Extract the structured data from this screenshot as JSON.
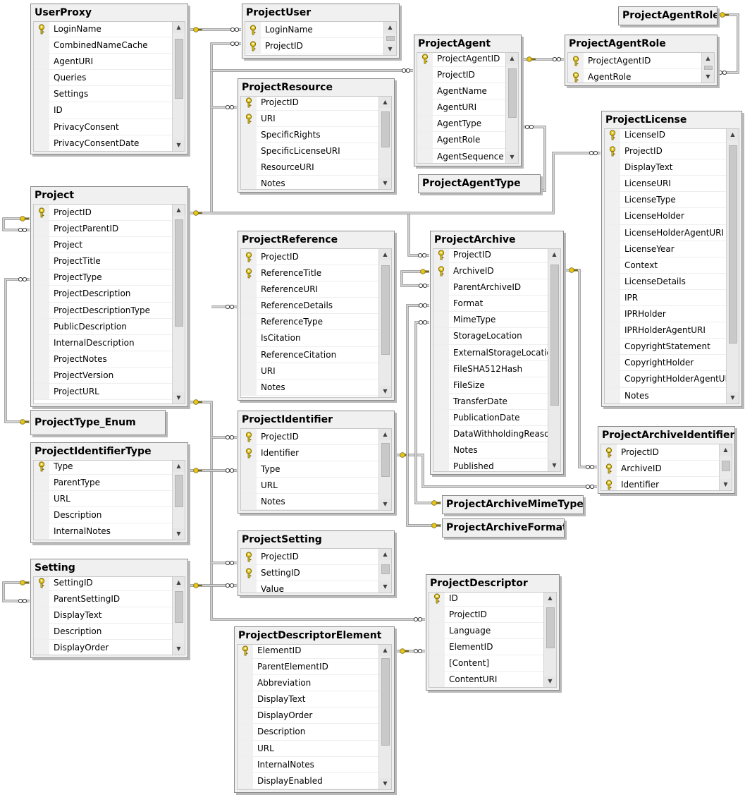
{
  "diagram_title": "",
  "tables": [
    {
      "id": "UserProxy",
      "title": "UserProxy",
      "rows": [
        {
          "name": "LoginName",
          "pk": true
        },
        {
          "name": "CombinedNameCache",
          "pk": false
        },
        {
          "name": "AgentURI",
          "pk": false
        },
        {
          "name": "Queries",
          "pk": false
        },
        {
          "name": "Settings",
          "pk": false
        },
        {
          "name": "ID",
          "pk": false
        },
        {
          "name": "PrivacyConsent",
          "pk": false
        },
        {
          "name": "PrivacyConsentDate",
          "pk": false
        }
      ]
    },
    {
      "id": "ProjectUser",
      "title": "ProjectUser",
      "rows": [
        {
          "name": "LoginName",
          "pk": true
        },
        {
          "name": "ProjectID",
          "pk": true
        }
      ]
    },
    {
      "id": "ProjectAgent",
      "title": "ProjectAgent",
      "rows": [
        {
          "name": "ProjectAgentID",
          "pk": true
        },
        {
          "name": "ProjectID",
          "pk": false
        },
        {
          "name": "AgentName",
          "pk": false
        },
        {
          "name": "AgentURI",
          "pk": false
        },
        {
          "name": "AgentType",
          "pk": false
        },
        {
          "name": "AgentRole",
          "pk": false
        },
        {
          "name": "AgentSequence",
          "pk": false
        }
      ]
    },
    {
      "id": "ProjectAgentRole",
      "title": "ProjectAgentRole",
      "rows": [
        {
          "name": "ProjectAgentID",
          "pk": true
        },
        {
          "name": "AgentRole",
          "pk": true
        }
      ]
    },
    {
      "id": "ProjectResource",
      "title": "ProjectResource",
      "rows": [
        {
          "name": "ProjectID",
          "pk": true
        },
        {
          "name": "URI",
          "pk": true
        },
        {
          "name": "SpecificRights",
          "pk": false
        },
        {
          "name": "SpecificLicenseURI",
          "pk": false
        },
        {
          "name": "ResourceURI",
          "pk": false
        },
        {
          "name": "Notes",
          "pk": false
        }
      ]
    },
    {
      "id": "ProjectLicense",
      "title": "ProjectLicense",
      "rows": [
        {
          "name": "LicenseID",
          "pk": true
        },
        {
          "name": "ProjectID",
          "pk": true
        },
        {
          "name": "DisplayText",
          "pk": false
        },
        {
          "name": "LicenseURI",
          "pk": false
        },
        {
          "name": "LicenseType",
          "pk": false
        },
        {
          "name": "LicenseHolder",
          "pk": false
        },
        {
          "name": "LicenseHolderAgentURI",
          "pk": false
        },
        {
          "name": "LicenseYear",
          "pk": false
        },
        {
          "name": "Context",
          "pk": false
        },
        {
          "name": "LicenseDetails",
          "pk": false
        },
        {
          "name": "IPR",
          "pk": false
        },
        {
          "name": "IPRHolder",
          "pk": false
        },
        {
          "name": "IPRHolderAgentURI",
          "pk": false
        },
        {
          "name": "CopyrightStatement",
          "pk": false
        },
        {
          "name": "CopyrightHolder",
          "pk": false
        },
        {
          "name": "CopyrightHolderAgentURI",
          "pk": false
        },
        {
          "name": "Notes",
          "pk": false
        }
      ]
    },
    {
      "id": "Project",
      "title": "Project",
      "rows": [
        {
          "name": "ProjectID",
          "pk": true
        },
        {
          "name": "ProjectParentID",
          "pk": false
        },
        {
          "name": "Project",
          "pk": false
        },
        {
          "name": "ProjectTitle",
          "pk": false
        },
        {
          "name": "ProjectType",
          "pk": false
        },
        {
          "name": "ProjectDescription",
          "pk": false
        },
        {
          "name": "ProjectDescriptionType",
          "pk": false
        },
        {
          "name": "PublicDescription",
          "pk": false
        },
        {
          "name": "InternalDescription",
          "pk": false
        },
        {
          "name": "ProjectNotes",
          "pk": false
        },
        {
          "name": "ProjectVersion",
          "pk": false
        },
        {
          "name": "ProjectURL",
          "pk": false
        }
      ]
    },
    {
      "id": "ProjectReference",
      "title": "ProjectReference",
      "rows": [
        {
          "name": "ProjectID",
          "pk": true
        },
        {
          "name": "ReferenceTitle",
          "pk": true
        },
        {
          "name": "ReferenceURI",
          "pk": false
        },
        {
          "name": "ReferenceDetails",
          "pk": false
        },
        {
          "name": "ReferenceType",
          "pk": false
        },
        {
          "name": "IsCitation",
          "pk": false
        },
        {
          "name": "ReferenceCitation",
          "pk": false
        },
        {
          "name": "URI",
          "pk": false
        },
        {
          "name": "Notes",
          "pk": false
        }
      ]
    },
    {
      "id": "ProjectArchive",
      "title": "ProjectArchive",
      "rows": [
        {
          "name": "ProjectID",
          "pk": true
        },
        {
          "name": "ArchiveID",
          "pk": true
        },
        {
          "name": "ParentArchiveID",
          "pk": false
        },
        {
          "name": "Format",
          "pk": false
        },
        {
          "name": "MimeType",
          "pk": false
        },
        {
          "name": "StorageLocation",
          "pk": false
        },
        {
          "name": "ExternalStorageLocation",
          "pk": false
        },
        {
          "name": "FileSHA512Hash",
          "pk": false
        },
        {
          "name": "FileSize",
          "pk": false
        },
        {
          "name": "TransferDate",
          "pk": false
        },
        {
          "name": "PublicationDate",
          "pk": false
        },
        {
          "name": "DataWithholdingReason",
          "pk": false
        },
        {
          "name": "Notes",
          "pk": false
        },
        {
          "name": "Published",
          "pk": false
        }
      ]
    },
    {
      "id": "ProjectIdentifierType",
      "title": "ProjectIdentifierType",
      "rows": [
        {
          "name": "Type",
          "pk": true
        },
        {
          "name": "ParentType",
          "pk": false
        },
        {
          "name": "URL",
          "pk": false
        },
        {
          "name": "Description",
          "pk": false
        },
        {
          "name": "InternalNotes",
          "pk": false
        }
      ]
    },
    {
      "id": "ProjectIdentifier",
      "title": "ProjectIdentifier",
      "rows": [
        {
          "name": "ProjectID",
          "pk": true
        },
        {
          "name": "Identifier",
          "pk": true
        },
        {
          "name": "Type",
          "pk": false
        },
        {
          "name": "URL",
          "pk": false
        },
        {
          "name": "Notes",
          "pk": false
        }
      ]
    },
    {
      "id": "ProjectArchiveIdentifier",
      "title": "ProjectArchiveIdentifier",
      "rows": [
        {
          "name": "ProjectID",
          "pk": true
        },
        {
          "name": "ArchiveID",
          "pk": true
        },
        {
          "name": "Identifier",
          "pk": true
        }
      ]
    },
    {
      "id": "ProjectSetting",
      "title": "ProjectSetting",
      "rows": [
        {
          "name": "ProjectID",
          "pk": true
        },
        {
          "name": "SettingID",
          "pk": true
        },
        {
          "name": "Value",
          "pk": false
        }
      ]
    },
    {
      "id": "Setting",
      "title": "Setting",
      "rows": [
        {
          "name": "SettingID",
          "pk": true
        },
        {
          "name": "ParentSettingID",
          "pk": false
        },
        {
          "name": "DisplayText",
          "pk": false
        },
        {
          "name": "Description",
          "pk": false
        },
        {
          "name": "DisplayOrder",
          "pk": false
        }
      ]
    },
    {
      "id": "ProjectDescriptor",
      "title": "ProjectDescriptor",
      "rows": [
        {
          "name": "ID",
          "pk": true
        },
        {
          "name": "ProjectID",
          "pk": false
        },
        {
          "name": "Language",
          "pk": false
        },
        {
          "name": "ElementID",
          "pk": false
        },
        {
          "name": "[Content]",
          "pk": false
        },
        {
          "name": "ContentURI",
          "pk": false
        }
      ]
    },
    {
      "id": "ProjectDescriptorElement",
      "title": "ProjectDescriptorElement",
      "rows": [
        {
          "name": "ElementID",
          "pk": true
        },
        {
          "name": "ParentElementID",
          "pk": false
        },
        {
          "name": "Abbreviation",
          "pk": false
        },
        {
          "name": "DisplayText",
          "pk": false
        },
        {
          "name": "DisplayOrder",
          "pk": false
        },
        {
          "name": "Description",
          "pk": false
        },
        {
          "name": "URL",
          "pk": false
        },
        {
          "name": "InternalNotes",
          "pk": false
        },
        {
          "name": "DisplayEnabled",
          "pk": false
        }
      ]
    }
  ],
  "ref_tables": [
    {
      "id": "ProjectAgentRoleRef",
      "title": "ProjectAgentRole"
    },
    {
      "id": "ProjectAgentType",
      "title": "ProjectAgentType"
    },
    {
      "id": "ProjectType_Enum",
      "title": "ProjectType_Enum"
    },
    {
      "id": "ProjectArchiveMimeType",
      "title": "ProjectArchiveMimeType"
    },
    {
      "id": "ProjectArchiveFormat",
      "title": "ProjectArchiveFormat"
    }
  ],
  "colors": {
    "key_gold": "#e6c619",
    "line": "#8a8a8a",
    "header_bg": "#f0f0f0"
  }
}
